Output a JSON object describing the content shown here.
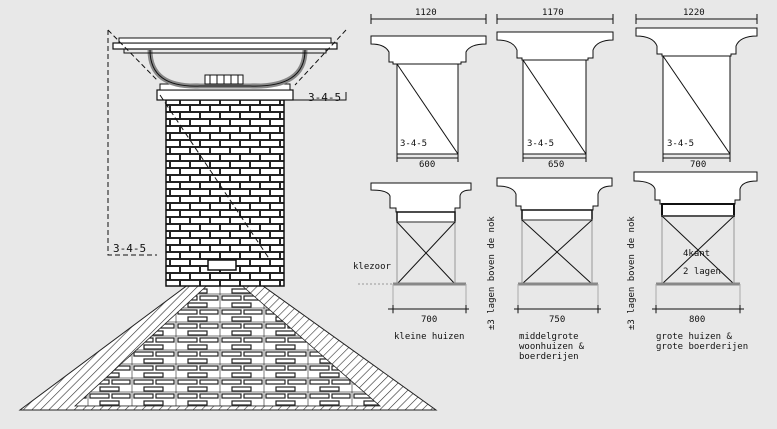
{
  "left_drawing": {
    "ratio_label_top": "3-4-5",
    "ratio_label_bottom": "3-4-5"
  },
  "top_row": [
    {
      "width_label": "1120",
      "ratio_label": "3-4-5",
      "base_label": "600"
    },
    {
      "width_label": "1170",
      "ratio_label": "3-4-5",
      "base_label": "650"
    },
    {
      "width_label": "1220",
      "ratio_label": "3-4-5",
      "base_label": "700"
    }
  ],
  "bottom_row": [
    {
      "base_label": "700",
      "caption": [
        "kleine huizen"
      ],
      "side_label": "klezoor"
    },
    {
      "base_label": "750",
      "caption": [
        "middelgrote",
        "woonhuizen &",
        "boerderijen"
      ],
      "vertical_label": "±3 lagen boven de nok"
    },
    {
      "base_label": "800",
      "caption": [
        "grote huizen &",
        "grote boerderijen"
      ],
      "vertical_label": "±3 lagen boven de nok",
      "inner_label": [
        "4kant",
        "2 lagen"
      ]
    }
  ],
  "colors": {
    "background": "#e8e8e8",
    "ink": "#111111",
    "brick": "#ffffff",
    "joint": "#222222"
  }
}
